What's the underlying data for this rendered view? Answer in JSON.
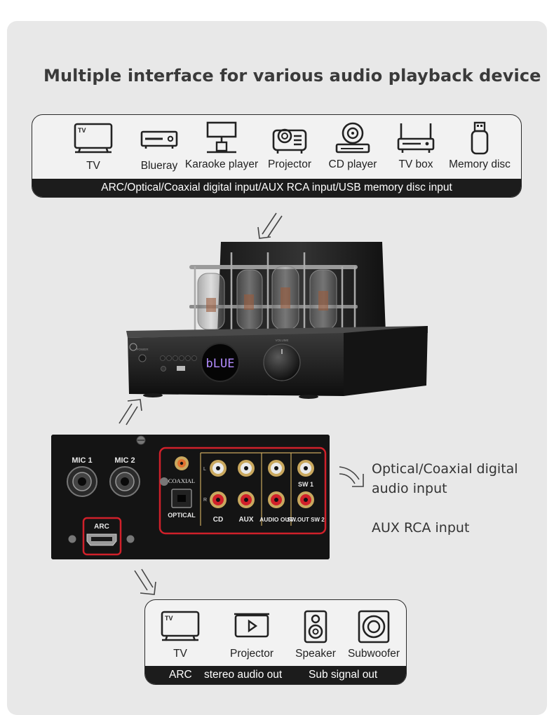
{
  "title": "Multiple interface for various audio playback device",
  "input_devices": {
    "items": [
      {
        "label": "TV",
        "icon": "tv-icon"
      },
      {
        "label": "Blueray",
        "icon": "bluray-player-icon"
      },
      {
        "label": "Karaoke player",
        "icon": "karaoke-player-icon"
      },
      {
        "label": "Projector",
        "icon": "projector-icon"
      },
      {
        "label": "CD player",
        "icon": "cd-player-icon"
      },
      {
        "label": "TV box",
        "icon": "tv-box-icon"
      },
      {
        "label": "Memory disc",
        "icon": "usb-drive-icon"
      }
    ],
    "strip": "ARC/Optical/Coaxial digital input/AUX RCA input/USB memory disc input"
  },
  "amplifier": {
    "display_text": "bLUE",
    "panel_labels": {
      "power": "POWER",
      "volume": "VOLUME"
    }
  },
  "rear_panel": {
    "mic1": "MIC 1",
    "mic2": "MIC 2",
    "arc": "ARC",
    "coaxial": "COAXIAL",
    "optical": "OPTICAL",
    "cd": "CD",
    "aux": "AUX",
    "audio_out": "AUDIO OUT",
    "sw1": "SW 1",
    "sw_out": "SW.OUT SW 2",
    "ch_left": "L",
    "ch_right": "R"
  },
  "annotations": {
    "digital": "Optical/Coaxial digital audio input",
    "aux": "AUX RCA input"
  },
  "output_devices": {
    "items": [
      {
        "label": "TV",
        "icon": "tv-icon"
      },
      {
        "label": "Projector",
        "icon": "projector-screen-icon"
      },
      {
        "label": "Speaker",
        "icon": "speaker-icon"
      },
      {
        "label": "Subwoofer",
        "icon": "subwoofer-icon"
      }
    ],
    "strip": {
      "arc": "ARC",
      "stereo": "stereo audio out",
      "sub": "Sub signal out"
    }
  },
  "colors": {
    "highlight": "#d0202a",
    "strip": "#1c1c1c",
    "card": "#e8e8e8",
    "display": "#b28cff"
  }
}
